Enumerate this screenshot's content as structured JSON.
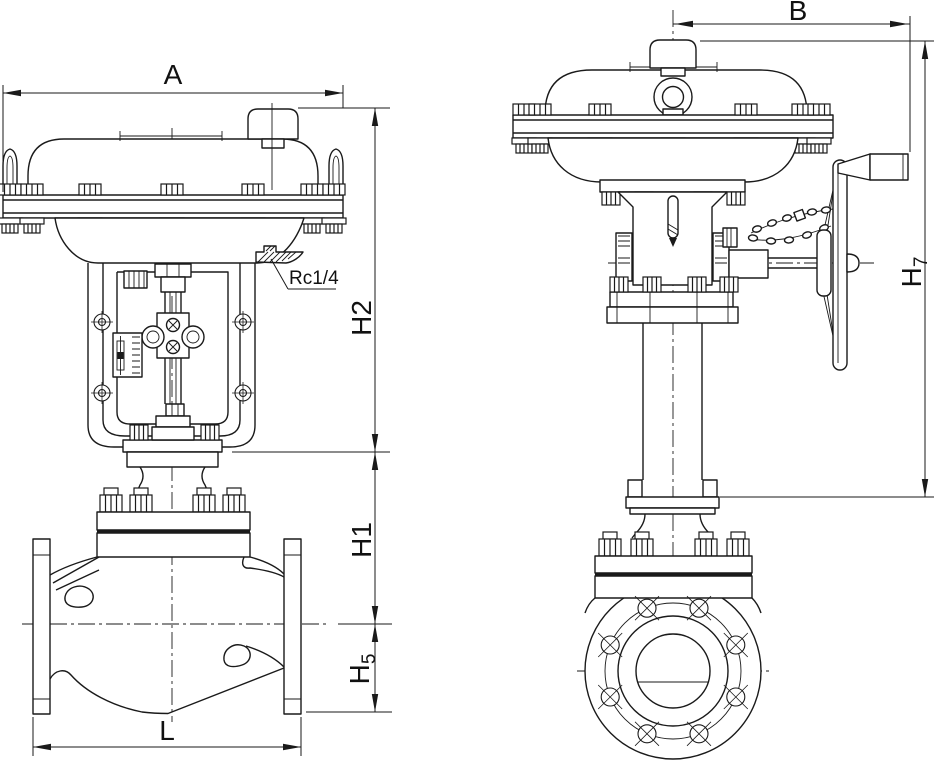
{
  "drawing": {
    "kind": "valve-outline-drawing",
    "colors": {
      "line": "#1a1a1a",
      "background": "#ffffff"
    },
    "dimensions": {
      "width_a": "A",
      "width_b": "B",
      "height_h2": "H2",
      "height_h1": "H1",
      "height_h5_main": "H",
      "height_h5_sub": "5",
      "height_h7_main": "H",
      "height_h7_sub": "7",
      "length_l": "L",
      "air_port": "Rc1/4"
    }
  }
}
